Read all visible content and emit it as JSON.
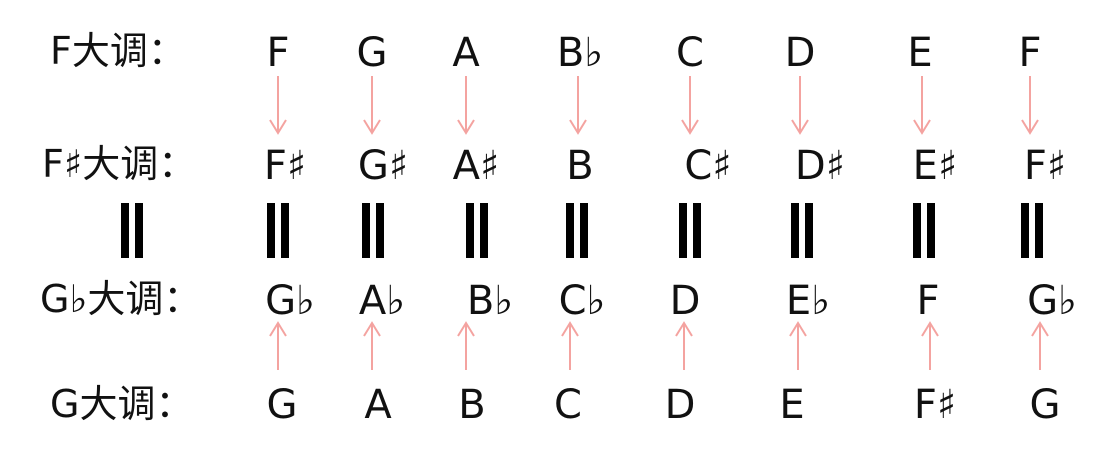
{
  "rows": [
    {
      "label": "F大调：",
      "notes": [
        "F",
        "G",
        "A",
        "B♭",
        "C",
        "D",
        "E",
        "F"
      ]
    },
    {
      "label": "F♯大调：",
      "notes": [
        "F♯",
        "G♯",
        "A♯",
        "B",
        "C♯",
        "D♯",
        "E♯",
        "F♯"
      ]
    },
    {
      "label": "G♭大调：",
      "notes": [
        "G♭",
        "A♭",
        "B♭",
        "C♭",
        "D",
        "E♭",
        "F",
        "G♭"
      ]
    },
    {
      "label": "G大调：",
      "notes": [
        "G",
        "A",
        "B",
        "C",
        "D",
        "E",
        "F♯",
        "G"
      ]
    }
  ],
  "colors": {
    "arrow": "#f4a3a0",
    "text": "#111111",
    "equal_sign": "#000000"
  }
}
